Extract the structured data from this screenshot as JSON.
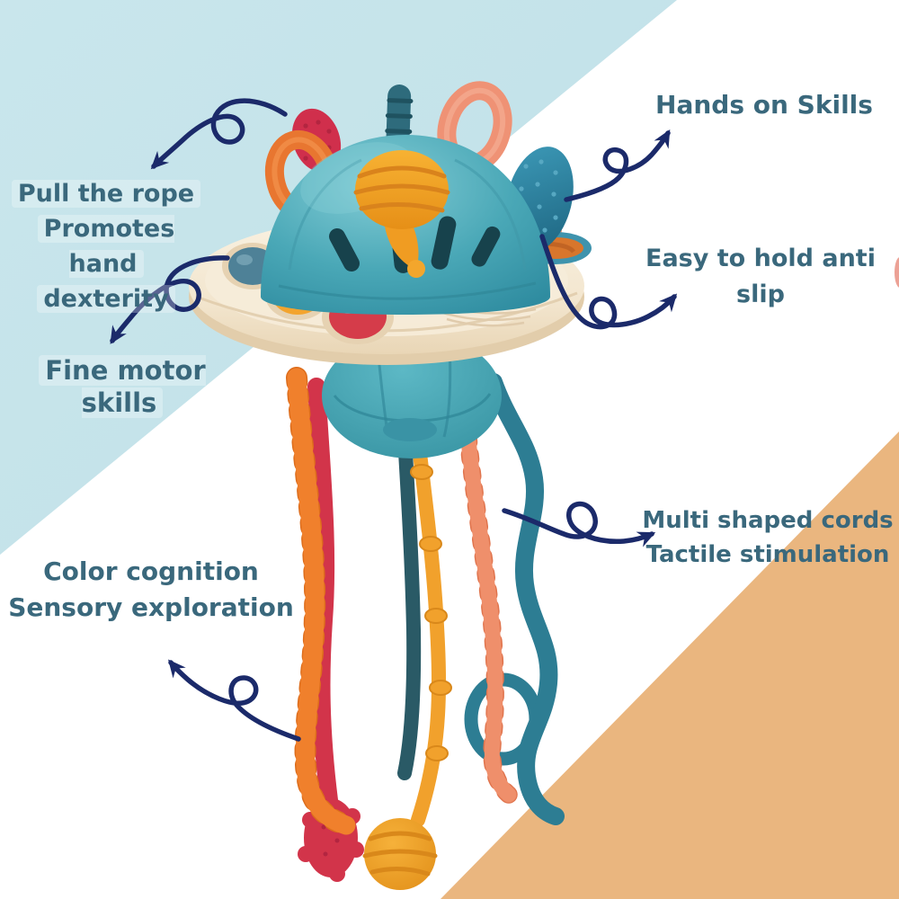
{
  "labels": {
    "hands_on_skills": "Hands on Skills",
    "pull_rope_line1": "Pull the rope",
    "pull_rope_line2": "Promotes hand",
    "pull_rope_line3": "dexterity",
    "easy_hold_line1": "Easy to hold anti",
    "easy_hold_line2": "slip",
    "fine_motor": "Fine motor skills",
    "multi_cords_line1": "Multi shaped cords",
    "multi_cords_line2": "Tactile stimulation",
    "color_cognition_line1": "Color cognition",
    "color_cognition_line2": "Sensory exploration"
  },
  "product": {
    "description": "UFO shaped silicone pull-string baby sensory toy with teething handles, pop-it balls and multi shaped pull cords"
  },
  "colors": {
    "bg-blue": "#c3e2e9",
    "bg-blue-deep": "#b2d5db",
    "bg-orange": "#eab67f",
    "text-teal": "#3a687c",
    "arrow-navy": "#1b2a6a",
    "saucer-cream": "#f3e6cf",
    "saucer-shade": "#e2cdab",
    "dome-teal": "#56b4c2",
    "dome-teal-dark": "#2f8ca0",
    "slot-dark": "#17424c",
    "knob-ring-orange": "#e87630",
    "knob-leaf-red": "#d02f4c",
    "knob-stick-teal": "#2e6b7c",
    "knob-spinner-orange": "#f2a32b",
    "knob-ring-pink": "#ef9275",
    "knob-leaf-blue": "#2e87a8",
    "ball-blue": "#4e8197",
    "ball-orange": "#f3a42e",
    "ball-red": "#d53c4a",
    "hole-ring-teal": "#3e93ad",
    "hole-inner-orange": "#d8762c",
    "hole-ring-salmon": "#f0a180",
    "cord-orange": "#f0802c",
    "cord-red": "#d2344a",
    "cord-dark-teal": "#2a5a66",
    "cord-yellow": "#f1a12c",
    "cord-salmon": "#ef8f6b",
    "cord-teal": "#2d7d93"
  }
}
